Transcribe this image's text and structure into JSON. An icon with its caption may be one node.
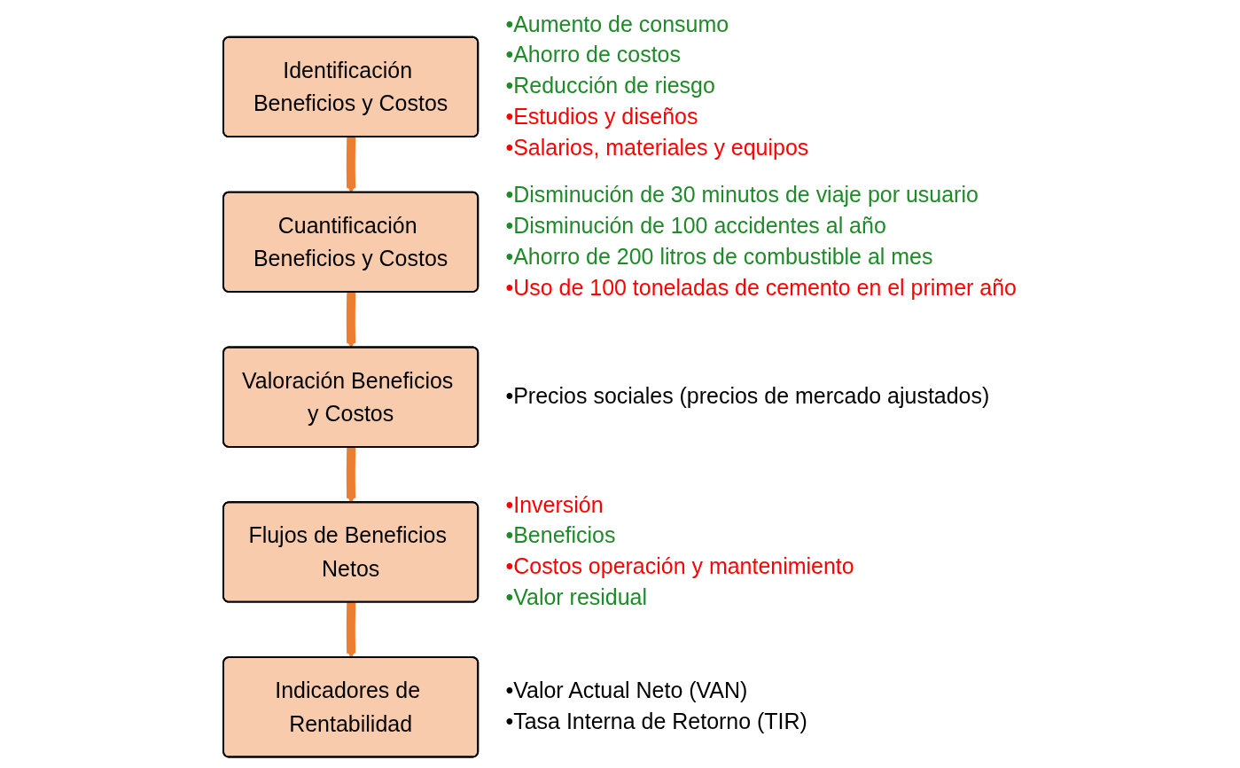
{
  "diagram": {
    "nodes": [
      {
        "text": [
          "Identificación Beneficios y Costos"
        ],
        "beside": [
          "•Aumento de consumo",
          "•Ahorro de costos",
          "•Reducción de riesgo",
          "•Estudios y diseños",
          "•Salarios, materiales y equipos"
        ]
      },
      {
        "text": [
          "Cuantificación Beneficios y Costos"
        ],
        "beside": [
          "•Disminución de 30 minutos de viaje por usuario",
          "•Disminución de 100 accidentes al año",
          "•Ahorro de 200 litros de combustible al mes",
          "•Uso de 100 toneladas de cemento en el primer año"
        ]
      },
      {
        "text": [
          "Valoración Beneficios y Costos"
        ],
        "beside": [
          "•Precios sociales (precios de mercado ajustados)"
        ]
      },
      {
        "text": [
          "Flujos de Beneficios Netos"
        ],
        "beside": [
          "•Inversión",
          "•Beneficios",
          "•Costos operación y mantenimiento",
          "•Valor residual"
        ]
      },
      {
        "text": [
          "Indicadores de Rentabilidad"
        ],
        "beside": [
          "•Valor Actual Neto (VAN)",
          "•Tasa Interna de Retorno (TIR)"
        ]
      }
    ],
    "edges": [
      {
        "from": 0,
        "to": 1,
        "arrow": "to"
      },
      {
        "from": 1,
        "to": 2,
        "arrow": "to"
      },
      {
        "from": 2,
        "to": 3,
        "arrow": "to"
      },
      {
        "from": 3,
        "to": 4,
        "arrow": "to"
      }
    ]
  }
}
